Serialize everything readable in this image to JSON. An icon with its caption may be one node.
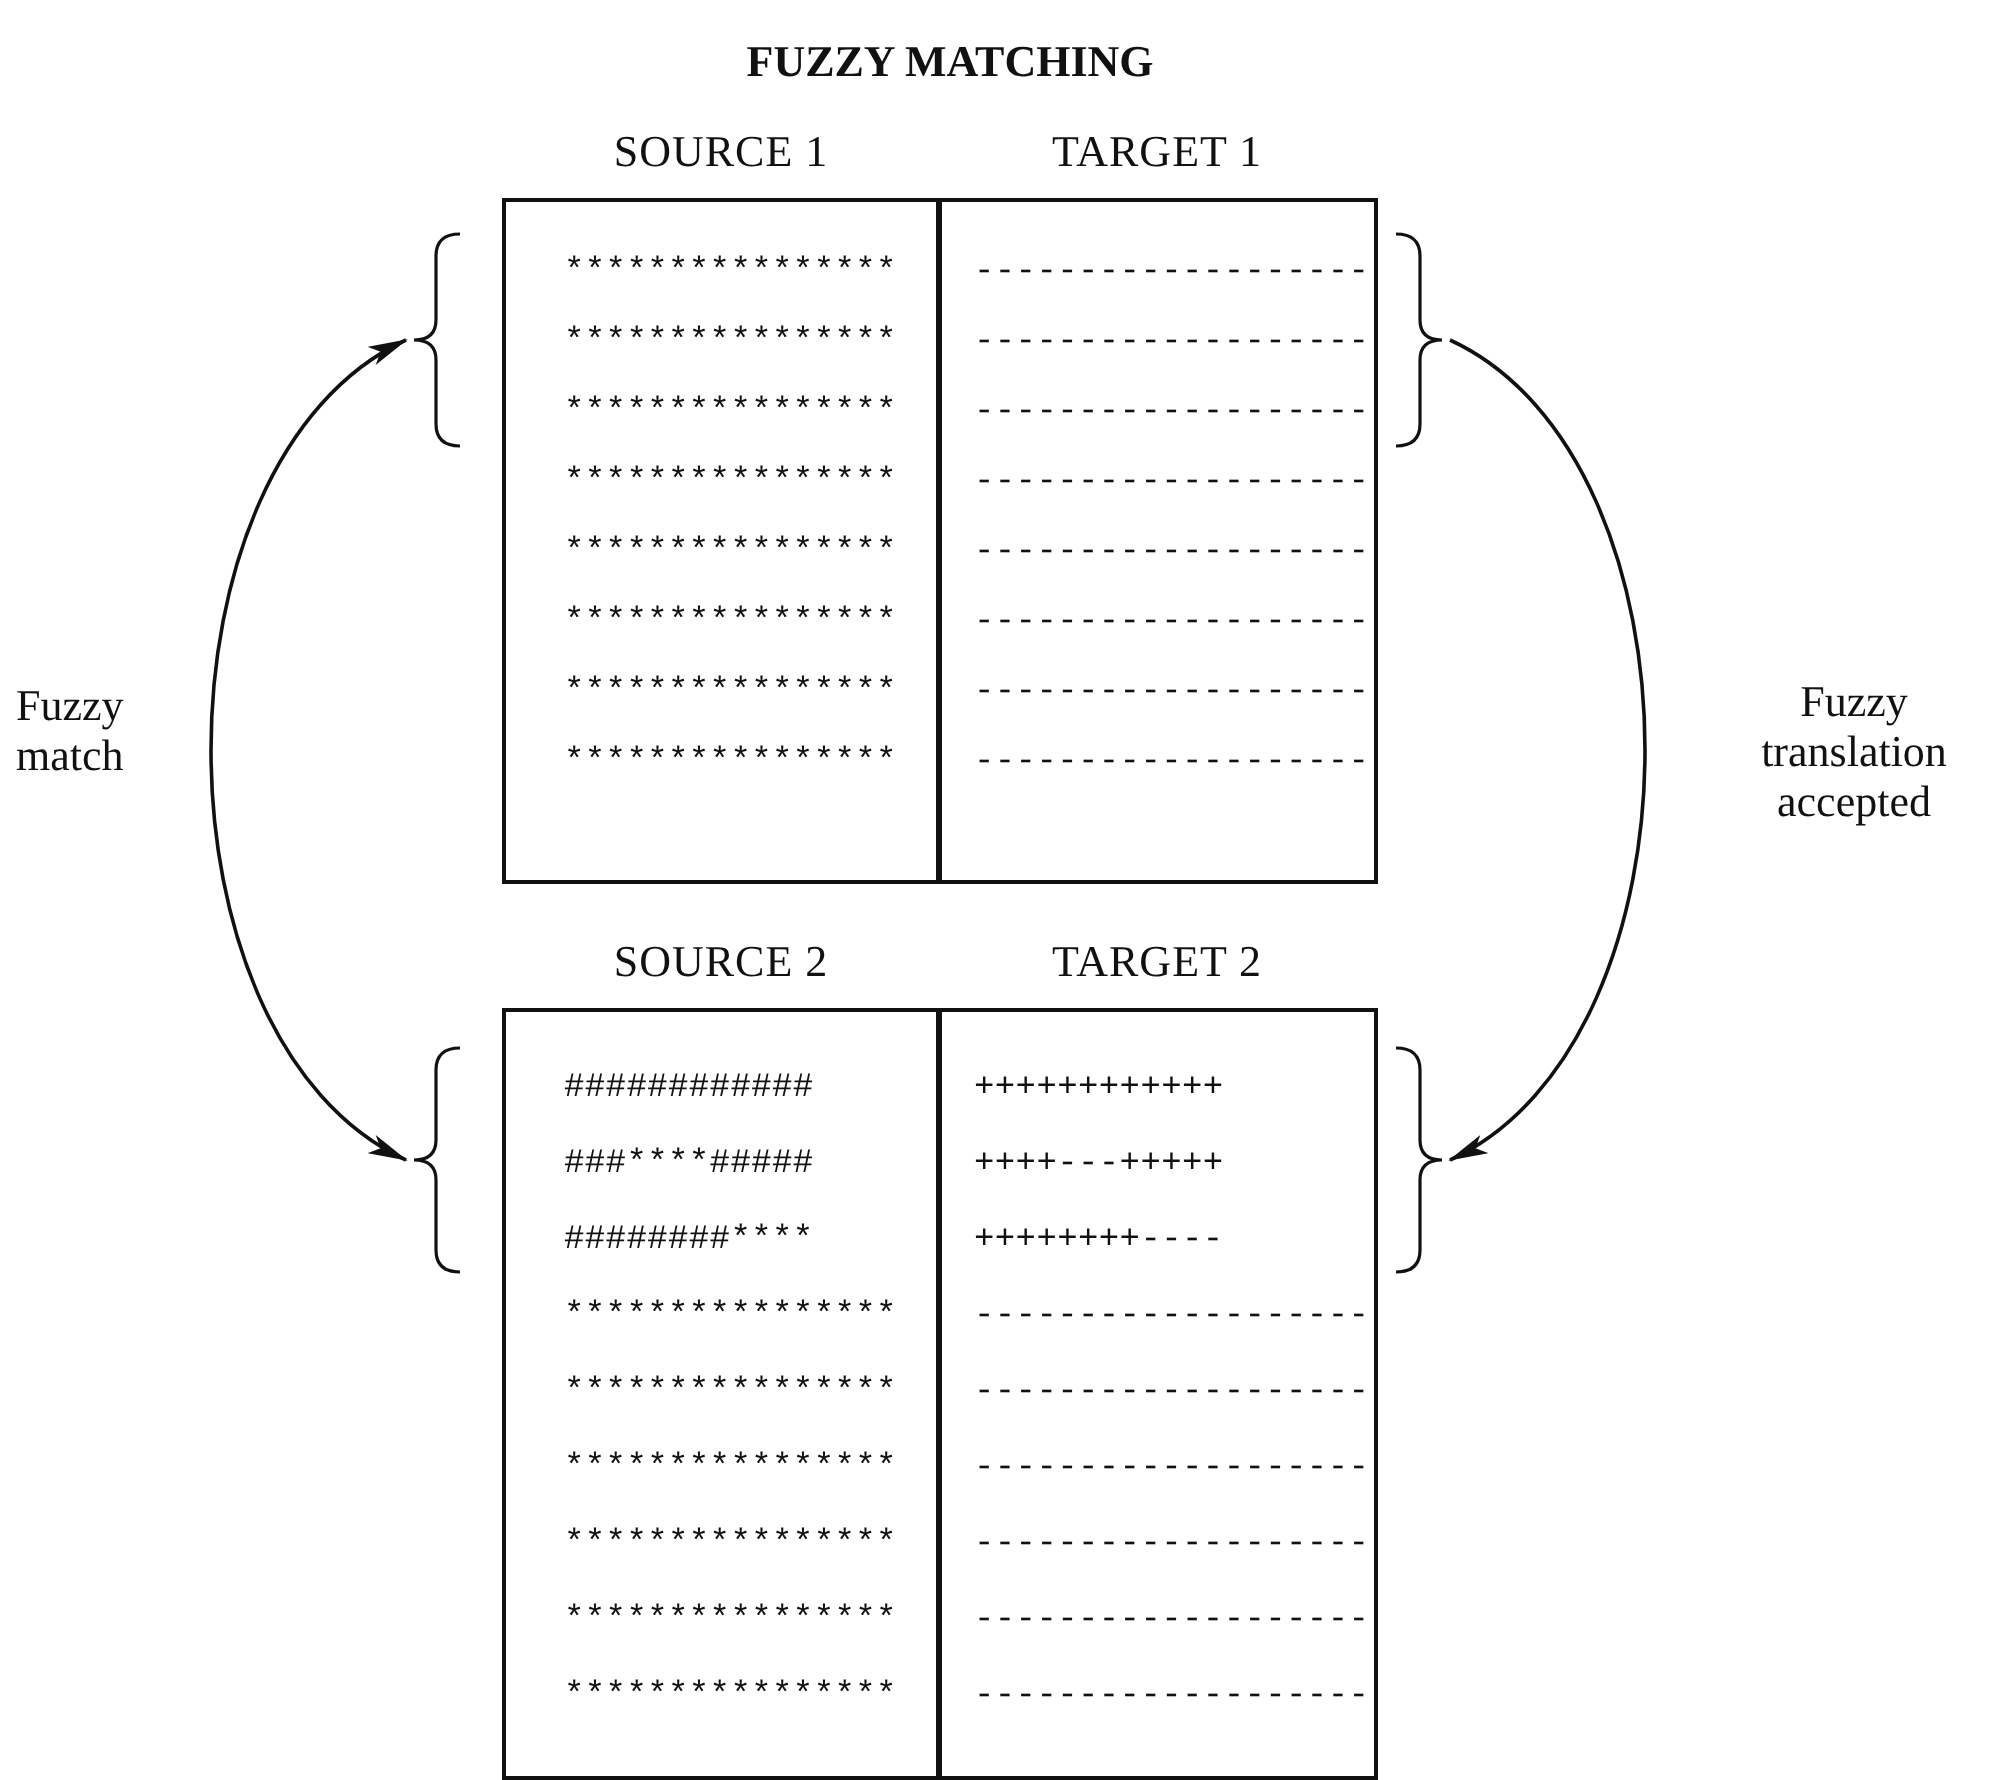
{
  "diagram": {
    "title": "FUZZY MATCHING",
    "nodes": [
      {
        "text": [
          "SOURCE 1",
          "****************",
          "****************",
          "****************",
          "****************",
          "****************",
          "****************",
          "****************",
          "****************"
        ]
      },
      {
        "text": [
          "TARGET 1",
          "-------------------",
          "-------------------",
          "-------------------",
          "-------------------",
          "-------------------",
          "-------------------",
          "-------------------",
          "-------------------"
        ]
      },
      {
        "text": [
          "SOURCE 2",
          "############",
          "###****#####",
          "########****",
          "****************",
          "****************",
          "****************",
          "****************",
          "****************",
          "****************"
        ]
      },
      {
        "text": [
          "TARGET 2",
          "++++++++++++",
          "++++---+++++",
          "++++++++----",
          "-------------------",
          "-------------------",
          "-------------------",
          "-------------------",
          "-------------------",
          "-------------------"
        ]
      },
      {
        "text": [],
        "shape": "brace"
      },
      {
        "text": [],
        "shape": "brace"
      },
      {
        "text": [],
        "shape": "brace"
      },
      {
        "text": [],
        "shape": "brace"
      }
    ],
    "edges": [
      {
        "from": 4,
        "to": 6,
        "arrow": "both",
        "label": "Fuzzy match"
      },
      {
        "from": 5,
        "to": 7,
        "arrow": "to",
        "label": "Fuzzy translation accepted"
      }
    ]
  }
}
